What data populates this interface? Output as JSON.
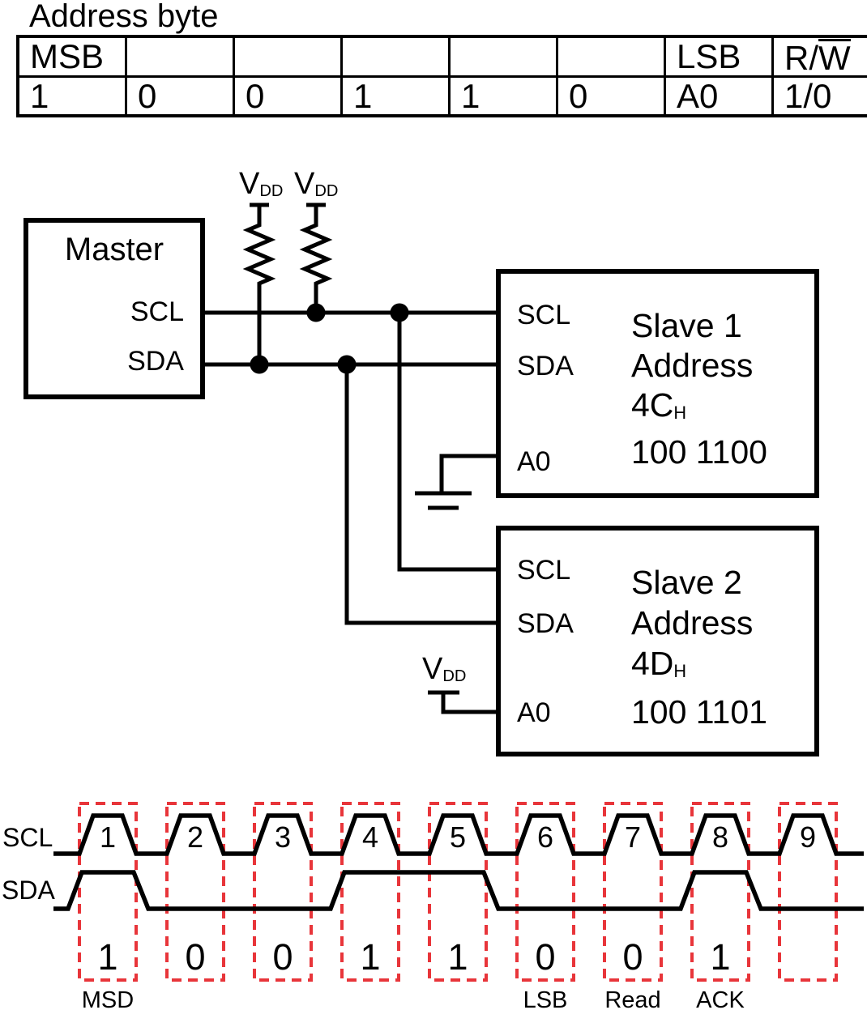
{
  "title": "Address byte",
  "address_table": {
    "headers": [
      "MSB",
      "",
      "",
      "",
      "",
      "",
      "LSB"
    ],
    "rw_header_prefix": "R/",
    "rw_header_overline": "W",
    "bits": [
      "1",
      "0",
      "0",
      "1",
      "1",
      "0",
      "A0",
      "1/0"
    ]
  },
  "circuit": {
    "master_label": "Master",
    "master_pin_scl": "SCL",
    "master_pin_sda": "SDA",
    "vdd": {
      "v": "V",
      "sub": "DD"
    },
    "slave1": {
      "name": "Slave 1",
      "address_word": "Address",
      "hex": "4C",
      "hex_sub": "H",
      "binary": "100 1100",
      "pin_scl": "SCL",
      "pin_sda": "SDA",
      "pin_a0": "A0"
    },
    "slave2": {
      "name": "Slave 2",
      "address_word": "Address",
      "hex": "4D",
      "hex_sub": "H",
      "binary": "100 1101",
      "pin_scl": "SCL",
      "pin_sda": "SDA",
      "pin_a0": "A0"
    }
  },
  "timing": {
    "scl_label": "SCL",
    "sda_label": "SDA",
    "pulses": [
      {
        "num": "1",
        "bit": "1",
        "label": "MSD"
      },
      {
        "num": "2",
        "bit": "0",
        "label": ""
      },
      {
        "num": "3",
        "bit": "0",
        "label": ""
      },
      {
        "num": "4",
        "bit": "1",
        "label": ""
      },
      {
        "num": "5",
        "bit": "1",
        "label": ""
      },
      {
        "num": "6",
        "bit": "0",
        "label": "LSB"
      },
      {
        "num": "7",
        "bit": "0",
        "label": "Read"
      },
      {
        "num": "8",
        "bit": "1",
        "label": "ACK"
      },
      {
        "num": "9",
        "bit": "",
        "label": ""
      }
    ]
  },
  "colors": {
    "ink": "#000000",
    "highlight_red": "#e8353a"
  }
}
